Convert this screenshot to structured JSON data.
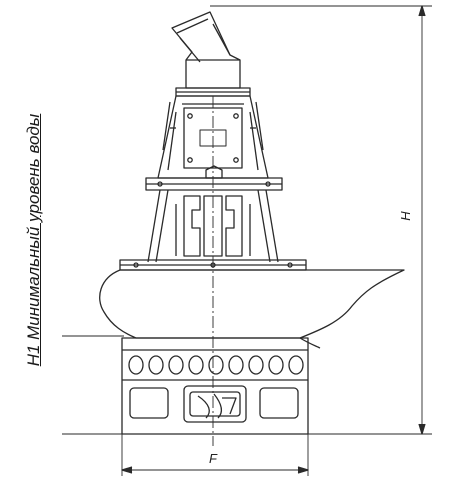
{
  "side_label": "H1 Минимальный уровень воды",
  "dimensions": {
    "height_label": "H",
    "width_label": "F"
  },
  "colors": {
    "line": "#2a2a2a",
    "background": "#ffffff"
  }
}
